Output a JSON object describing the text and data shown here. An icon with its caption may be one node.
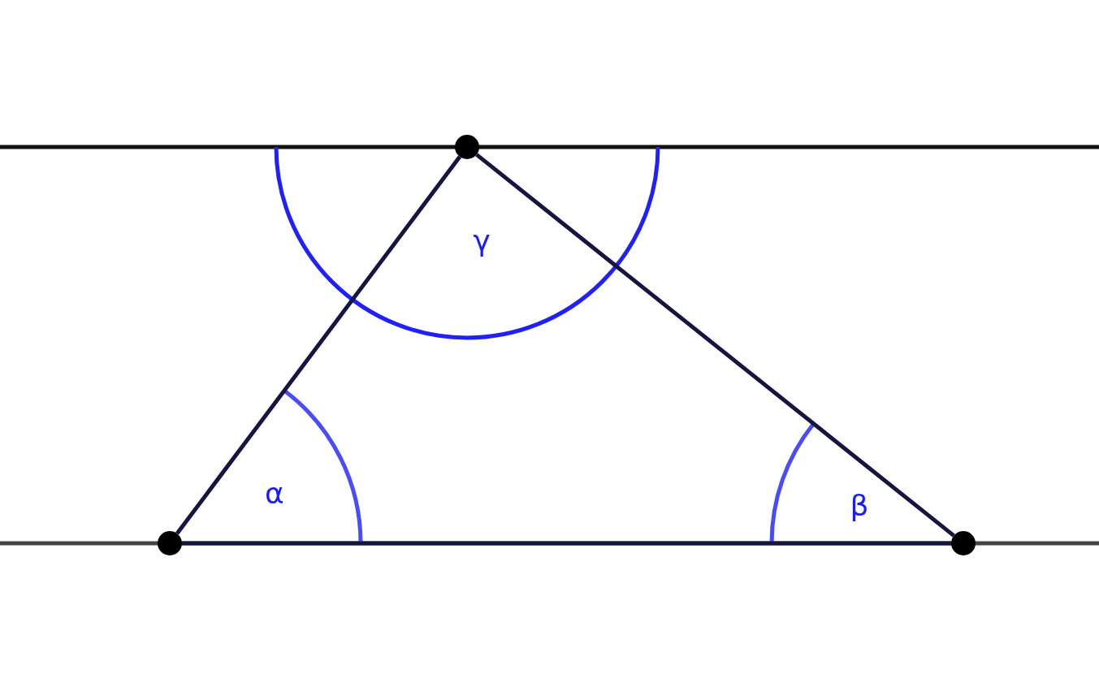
{
  "diagram": {
    "nodes": [
      {
        "text": [],
        "shape": "circle"
      },
      {
        "text": [],
        "shape": "circle"
      },
      {
        "text": [],
        "shape": "circle"
      }
    ],
    "edges": [
      {
        "from": 0,
        "to": 1,
        "arrow": "none"
      },
      {
        "from": 1,
        "to": 2,
        "arrow": "none"
      },
      {
        "from": 0,
        "to": 2,
        "arrow": "none"
      }
    ],
    "labels": [
      "γ",
      "α",
      "β"
    ]
  }
}
